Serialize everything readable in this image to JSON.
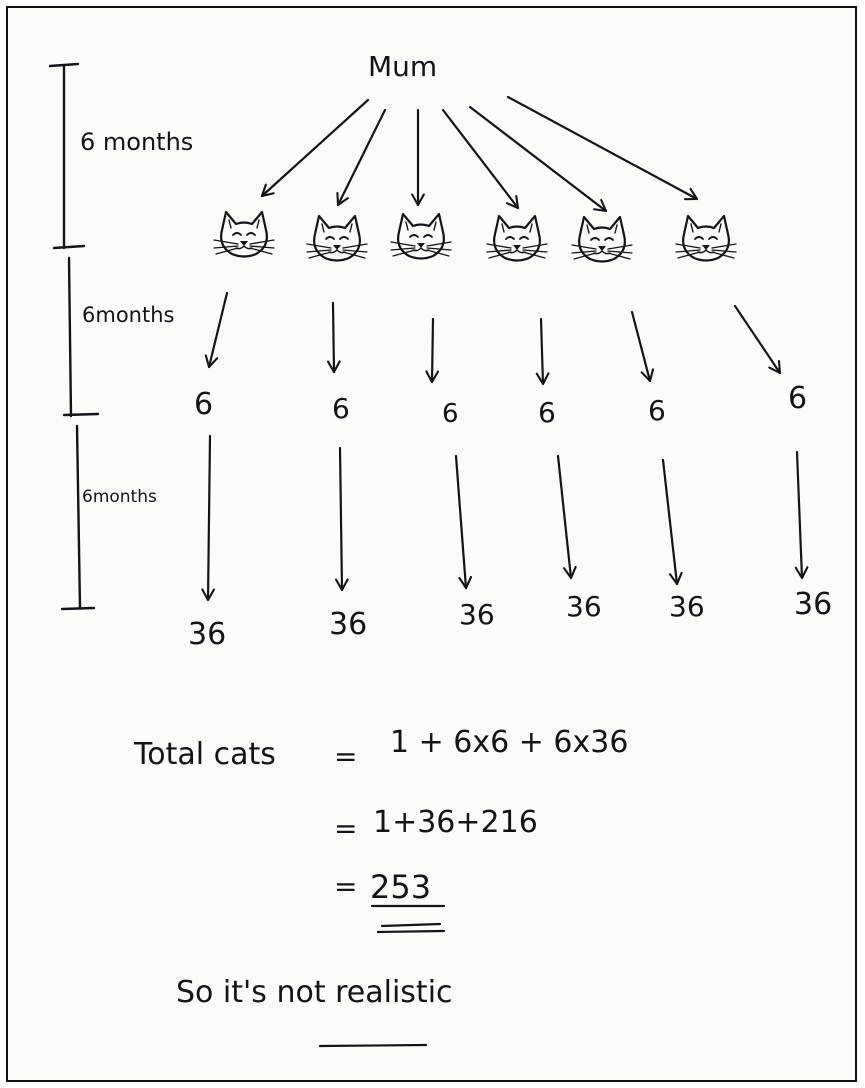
{
  "root": {
    "label": "Mum"
  },
  "timeline": {
    "labels": [
      "6 months",
      "6months",
      "6months"
    ]
  },
  "kittens": {
    "count": 6,
    "icon": "cat-face-icon"
  },
  "generation_1": {
    "values": [
      "6",
      "6",
      "6",
      "6",
      "6",
      "6"
    ]
  },
  "generation_2": {
    "values": [
      "36",
      "36",
      "36",
      "36",
      "36",
      "36"
    ]
  },
  "calculation": {
    "label": "Total cats",
    "eq_sign": "=",
    "line1": "1 + 6x6 + 6x36",
    "line2": "1+36+216",
    "line3": "253"
  },
  "conclusion": {
    "text": "So it's not realistic"
  },
  "colors": {
    "ink": "#141418",
    "paper": "#fbfbfa"
  }
}
